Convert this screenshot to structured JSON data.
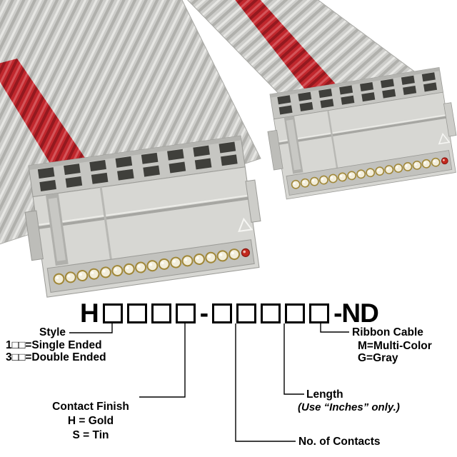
{
  "product_photo": {
    "description": "Two gray IDC ribbon-cable connectors on gray flat ribbon cable with a red edge stripe",
    "colors": {
      "cable_gray": "#cdcdca",
      "connector_gray": "#d7d7d3",
      "red_stripe": "#c1272d",
      "contact_gold": "#a08738",
      "pin1_marker_red": "#c3281e"
    },
    "markers": {
      "pin1": "red-dot",
      "polarity": "triangle-outline"
    }
  },
  "part_number": {
    "prefix": "H",
    "separator": "-",
    "suffix": "-ND",
    "left_box_count": 4,
    "right_box_count": 5
  },
  "labels": {
    "style": {
      "title": "Style",
      "option1": "1□□=Single Ended",
      "option2": "3□□=Double Ended"
    },
    "contact_finish": {
      "title": "Contact Finish",
      "option1": "H = Gold",
      "option2": "S = Tin"
    },
    "contacts": {
      "title": "No. of Contacts"
    },
    "length": {
      "title": "Length",
      "note": "(Use “Inches” only.)"
    },
    "ribbon_cable": {
      "title": "Ribbon Cable",
      "option1": "M=Multi-Color",
      "option2": "G=Gray"
    }
  }
}
